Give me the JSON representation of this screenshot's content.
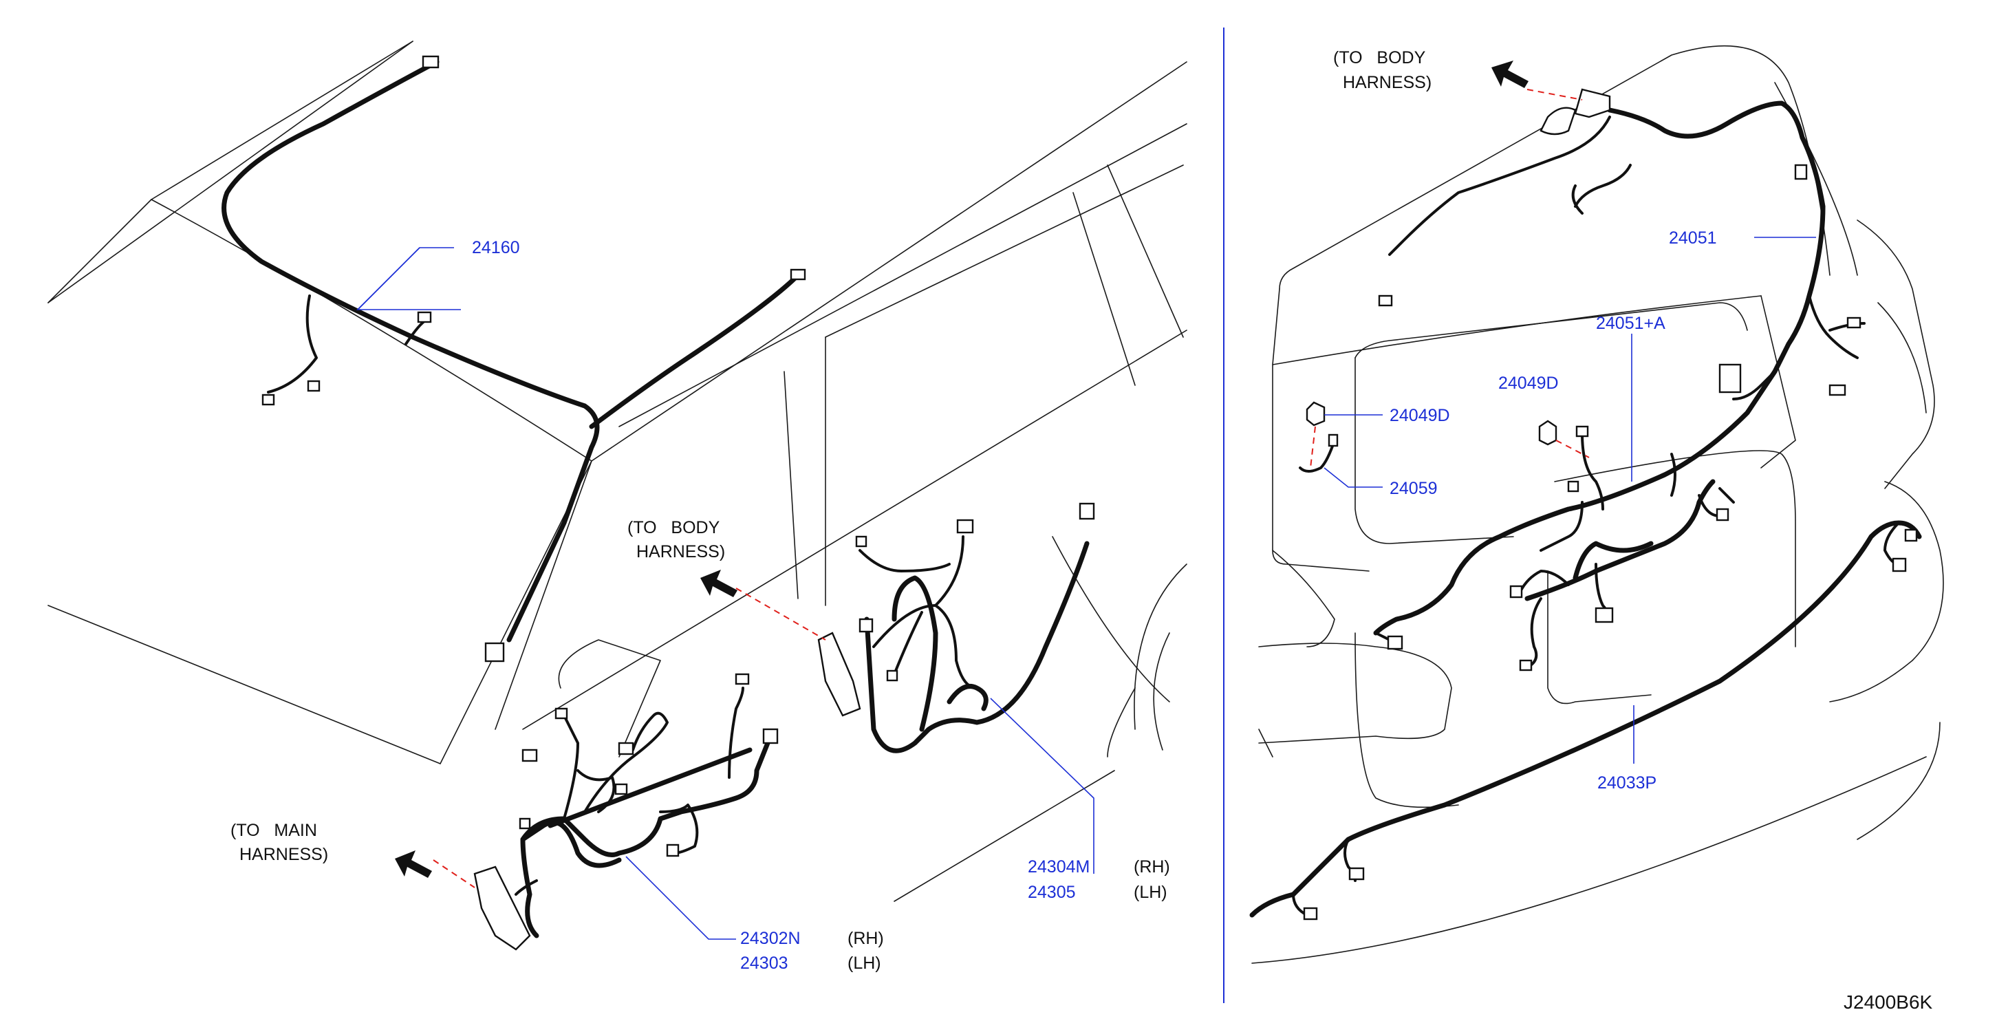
{
  "diagram_id": "J2400B6K",
  "left_panel": {
    "notes": [
      {
        "id": "to_body_harness",
        "line1": "(TO   BODY",
        "line2": "HARNESS)"
      },
      {
        "id": "to_main_harness",
        "line1": "(TO   MAIN",
        "line2": "HARNESS)"
      }
    ],
    "parts": [
      {
        "id": "p24160",
        "number": "24160",
        "side": ""
      },
      {
        "id": "p24304M",
        "number": "24304M",
        "side": "(RH)"
      },
      {
        "id": "p24305",
        "number": "24305",
        "side": "(LH)"
      },
      {
        "id": "p24302N",
        "number": "24302N",
        "side": "(RH)"
      },
      {
        "id": "p24303",
        "number": "24303",
        "side": "(LH)"
      }
    ]
  },
  "right_panel": {
    "notes": [
      {
        "id": "to_body_harness_r",
        "line1": "(TO   BODY",
        "line2": "HARNESS)"
      }
    ],
    "parts": [
      {
        "id": "p24051",
        "number": "24051",
        "side": ""
      },
      {
        "id": "p24051A",
        "number": "24051+A",
        "side": ""
      },
      {
        "id": "p24049D_a",
        "number": "24049D",
        "side": ""
      },
      {
        "id": "p24049D_b",
        "number": "24049D",
        "side": ""
      },
      {
        "id": "p24059",
        "number": "24059",
        "side": ""
      },
      {
        "id": "p24033P",
        "number": "24033P",
        "side": ""
      }
    ]
  },
  "colors": {
    "part_number": "#1c2fd6",
    "dashed_line": "#e0211c",
    "outline": "#1a1a1a",
    "divider": "#1c2fd6"
  }
}
